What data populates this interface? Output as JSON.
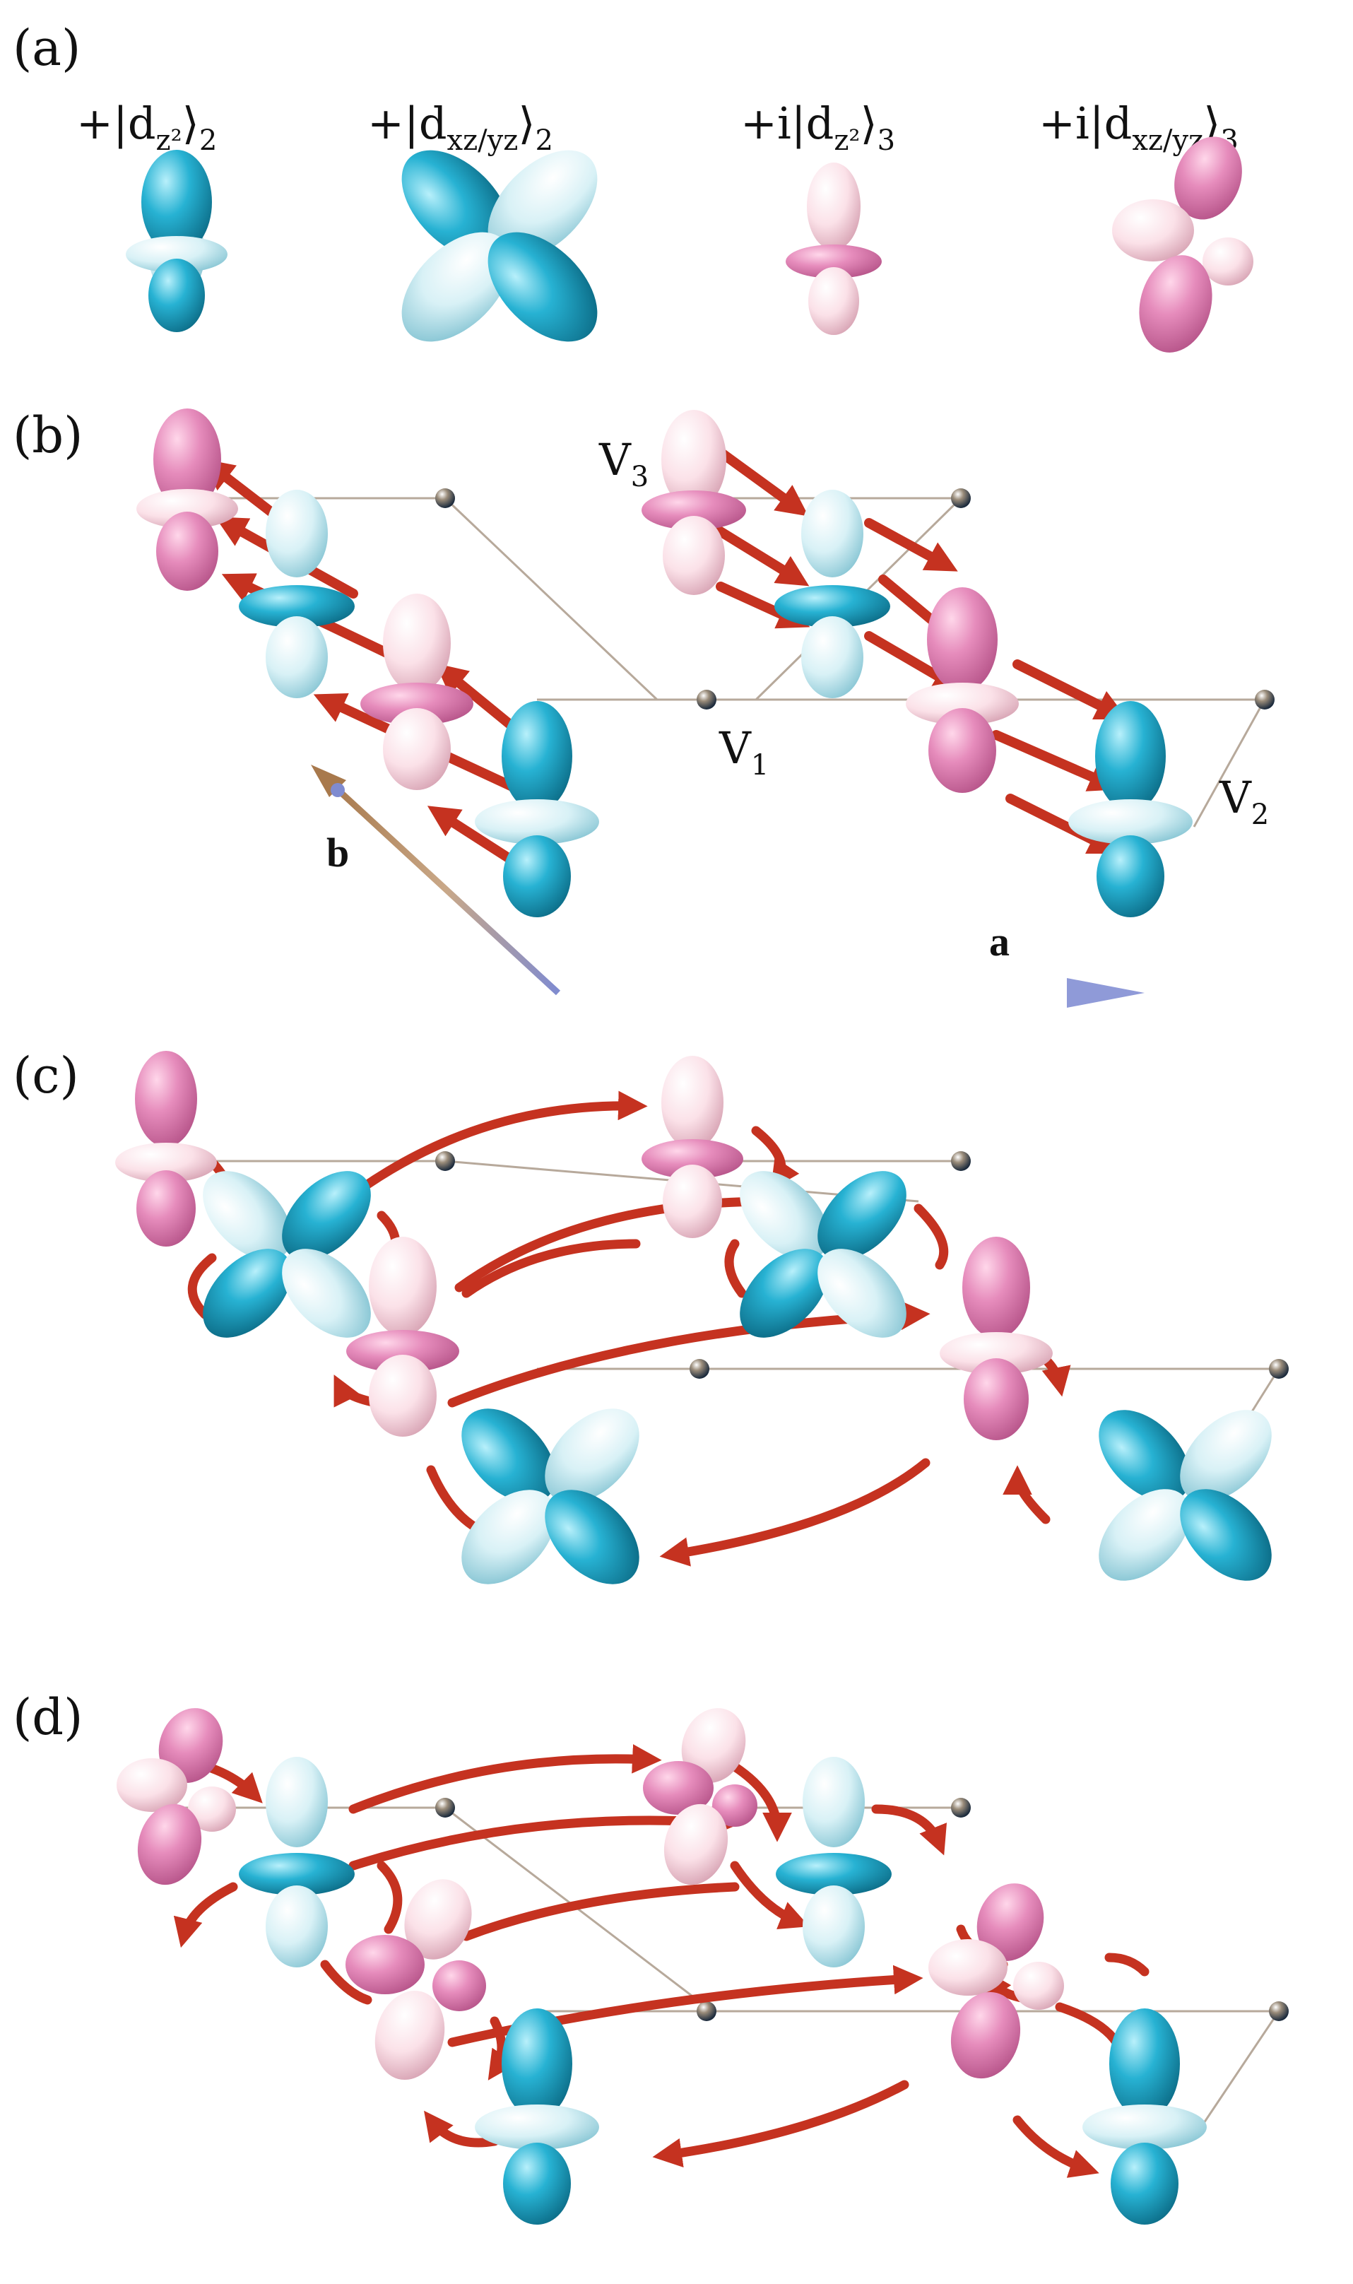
{
  "panels": {
    "a": {
      "label": "(a)"
    },
    "b": {
      "label": "(b)"
    },
    "c": {
      "label": "(c)"
    },
    "d": {
      "label": "(d)"
    }
  },
  "states": [
    {
      "prefix": "+|d",
      "subscript": "z²",
      "suffix": "⟩",
      "index": "2"
    },
    {
      "prefix": "+|d",
      "subscript": "xz/yz",
      "suffix": "⟩",
      "index": "2"
    },
    {
      "prefix": "+i|d",
      "subscript": "z²",
      "suffix": "⟩",
      "index": "3"
    },
    {
      "prefix": "+i|d",
      "subscript": "xz/yz",
      "suffix": "⟩",
      "index": "3"
    }
  ],
  "site_labels": {
    "v1": {
      "main": "V",
      "sub": "1"
    },
    "v2": {
      "main": "V",
      "sub": "2"
    },
    "v3": {
      "main": "V",
      "sub": "3"
    }
  },
  "lattice_vectors": {
    "a": "a",
    "b": "b"
  },
  "colors": {
    "teal": "#1aa3c6",
    "teal_light": "#dff4f8",
    "pink": "#e07fb4",
    "pink_light": "#fbe6ec",
    "arrow": "#c53220",
    "line": "#b7a99b"
  }
}
